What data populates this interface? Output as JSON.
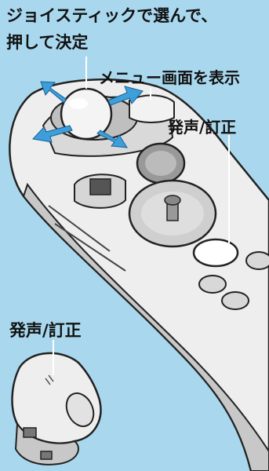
{
  "labels": {
    "joystick_line1": "ジョイスティックで選んで、",
    "joystick_line2": "押して決定",
    "menu_display": "メニュー画面を表示",
    "voice_correct_main": "発声/訂正",
    "voice_correct_small": "発声/訂正"
  },
  "colors": {
    "background": "#a9d8ee",
    "remote_body": "#eeeeee",
    "remote_outline": "#222222",
    "arrow": "#3c9fdc",
    "leader_line": "#ffffff"
  },
  "icons": {
    "joystick_ball": "joystick-ball-icon",
    "direction_arrows": "four-way-arrow-icon"
  }
}
